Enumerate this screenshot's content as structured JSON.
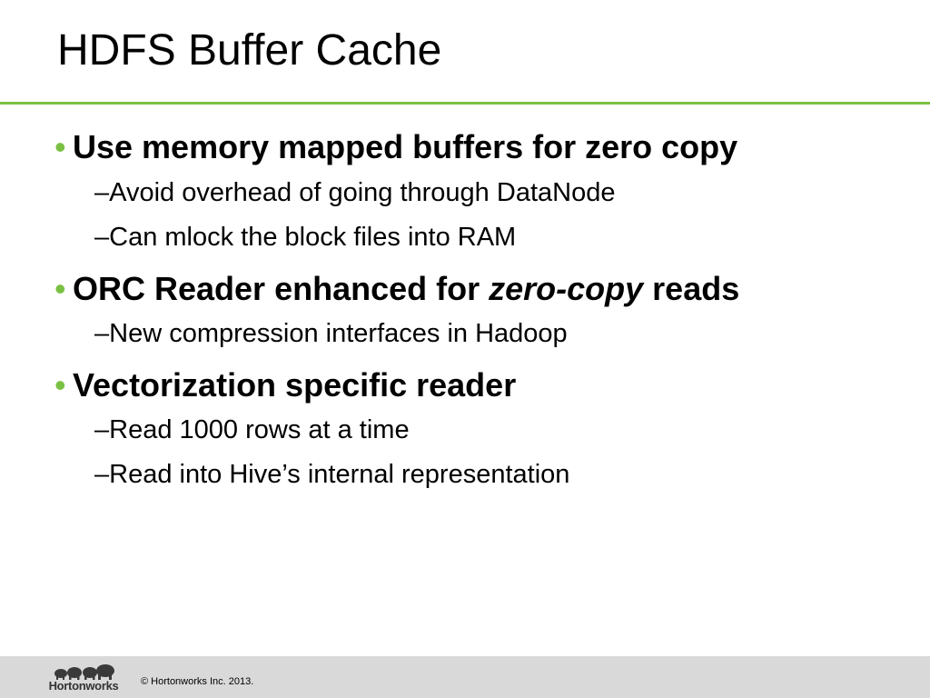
{
  "slide": {
    "title": "HDFS Buffer Cache",
    "bullets": [
      {
        "text": "Use memory mapped buffers for zero copy",
        "subs": [
          "Avoid overhead of going through DataNode",
          "Can mlock the block files into RAM"
        ]
      },
      {
        "text_before": "ORC Reader enhanced for ",
        "text_emphasis": "zero-copy",
        "text_after": " reads",
        "subs": [
          "New compression interfaces in Hadoop"
        ]
      },
      {
        "text": "Vectorization specific reader",
        "subs": [
          "Read 1000 rows at a time",
          "Read into Hive’s internal representation"
        ]
      }
    ],
    "bullet_glyph": "•",
    "sub_glyph": "–"
  },
  "footer": {
    "logo_text": "Hortonworks",
    "logo_icon": "elephants-logo-icon",
    "copyright": "© Hortonworks Inc. 2013."
  },
  "colors": {
    "accent": "#7ac143",
    "footer_bg": "#d9d9d9"
  }
}
